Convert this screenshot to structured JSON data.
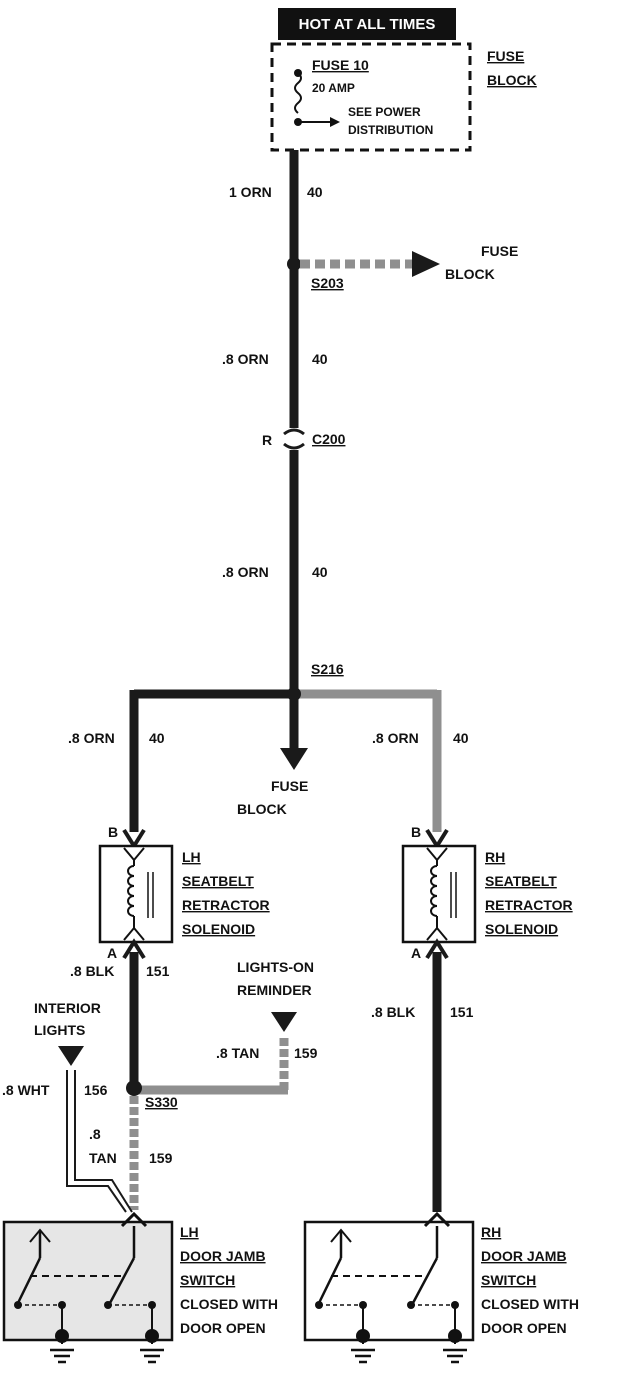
{
  "banner": "HOT AT ALL TIMES",
  "fuse_block_label": [
    "FUSE",
    "BLOCK"
  ],
  "fuse": {
    "name": "FUSE 10",
    "rating": "20 AMP",
    "note_line1": "SEE POWER",
    "note_line2": "DISTRIBUTION"
  },
  "wires": {
    "w1": {
      "gauge": "1 ORN",
      "circuit": "40"
    },
    "w2": {
      "gauge": ".8 ORN",
      "circuit": "40"
    },
    "w3": {
      "gauge": ".8 ORN",
      "circuit": "40"
    },
    "w_lh": {
      "gauge": ".8 ORN",
      "circuit": "40"
    },
    "w_rh": {
      "gauge": ".8 ORN",
      "circuit": "40"
    },
    "w_lh_blk": {
      "gauge": ".8 BLK",
      "circuit": "151"
    },
    "w_rh_blk": {
      "gauge": ".8 BLK",
      "circuit": "151"
    },
    "w_tan_top": {
      "gauge": ".8 TAN",
      "circuit": "159"
    },
    "w_tan_low": {
      "gauge_line1": ".8",
      "gauge_line2": "TAN",
      "circuit": "159"
    },
    "w_wht": {
      "gauge": ".8 WHT",
      "circuit": "156"
    }
  },
  "splices": {
    "s203": "S203",
    "s216": "S216",
    "s330": "S330"
  },
  "connector": {
    "name": "C200",
    "side": "R"
  },
  "fuse_block_branch_1": [
    "FUSE",
    "BLOCK"
  ],
  "fuse_block_branch_2": [
    "FUSE",
    "BLOCK"
  ],
  "terminals": {
    "b": "B",
    "a": "A"
  },
  "lh_solenoid": [
    "LH",
    "SEATBELT",
    "RETRACTOR",
    "SOLENOID"
  ],
  "rh_solenoid": [
    "RH",
    "SEATBELT",
    "RETRACTOR",
    "SOLENOID"
  ],
  "lights_on": [
    "LIGHTS-ON",
    "REMINDER"
  ],
  "interior_lights": [
    "INTERIOR",
    "LIGHTS"
  ],
  "lh_switch": [
    "LH",
    "DOOR JAMB",
    "SWITCH",
    "CLOSED WITH",
    "DOOR OPEN"
  ],
  "rh_switch": [
    "RH",
    "DOOR JAMB",
    "SWITCH",
    "CLOSED WITH",
    "DOOR OPEN"
  ],
  "colors": {
    "wire_dark": "#1a1a1a",
    "wire_gray": "#8f8f8f",
    "switch_fill": "#e6e6e6"
  }
}
